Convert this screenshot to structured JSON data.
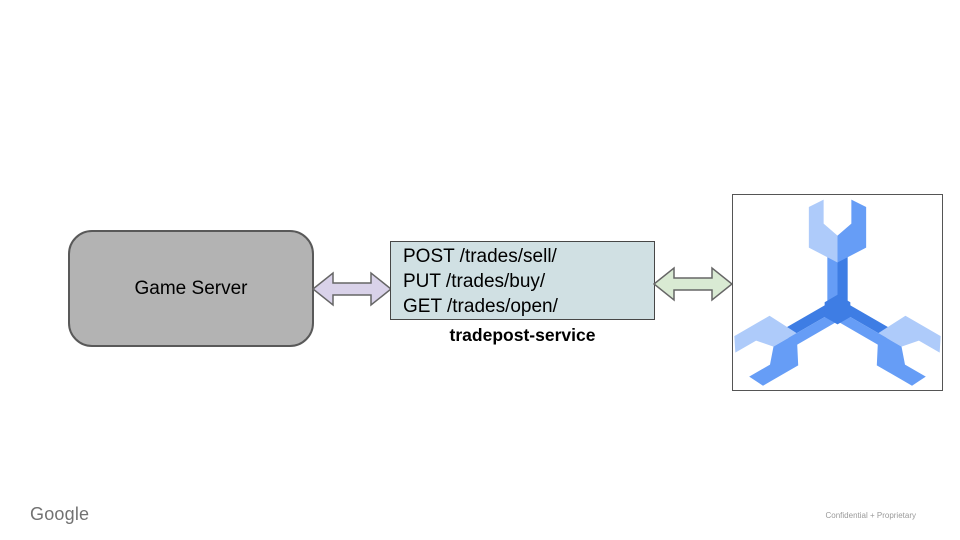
{
  "footer": {
    "brand": "Google",
    "note": "Confidential + Proprietary"
  },
  "colors": {
    "game_server_fill": "#b3b3b3",
    "game_server_border": "#595959",
    "api_box_fill": "#d0e0e3",
    "arrow_left_fill": "#d9d2e9",
    "arrow_right_fill": "#d9ead3",
    "arrow_stroke": "#666666",
    "spanner_light": "#aecbfa",
    "spanner_medium": "#669df6",
    "spanner_dark": "#3e7de4"
  },
  "nodes": {
    "game_server": {
      "label": "Game Server"
    },
    "tradepost": {
      "endpoints": [
        "POST /trades/sell/",
        "PUT /trades/buy/",
        "GET /trades/open/"
      ],
      "label": "tradepost-service"
    },
    "spanner": {
      "icon": "cloud-spanner-logo"
    }
  }
}
